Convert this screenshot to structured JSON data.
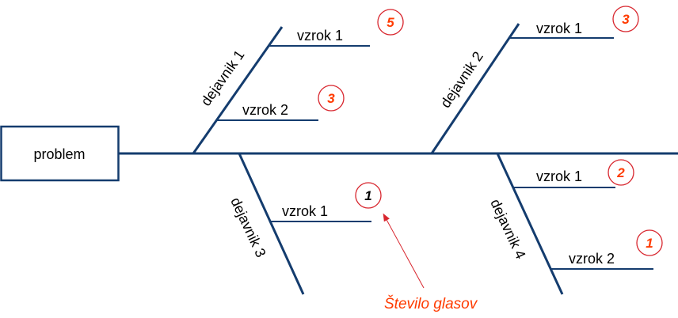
{
  "problem": "problem",
  "factors": [
    {
      "label": "dejavnik 1",
      "causes": [
        {
          "label": "vzrok 1",
          "votes": "5"
        },
        {
          "label": "vzrok 2",
          "votes": "3"
        }
      ]
    },
    {
      "label": "dejavnik 2",
      "causes": [
        {
          "label": "vzrok 1",
          "votes": "3"
        }
      ]
    },
    {
      "label": "dejavnik 3",
      "causes": [
        {
          "label": "vzrok 1",
          "votes": "1"
        }
      ]
    },
    {
      "label": "dejavnik 4",
      "causes": [
        {
          "label": "vzrok 1",
          "votes": "2"
        },
        {
          "label": "vzrok 2",
          "votes": "1"
        }
      ]
    }
  ],
  "annotation": "Število glasov",
  "colors": {
    "bone": "#143c6e",
    "accent": "#ff3b00",
    "circle": "#d8262e"
  }
}
